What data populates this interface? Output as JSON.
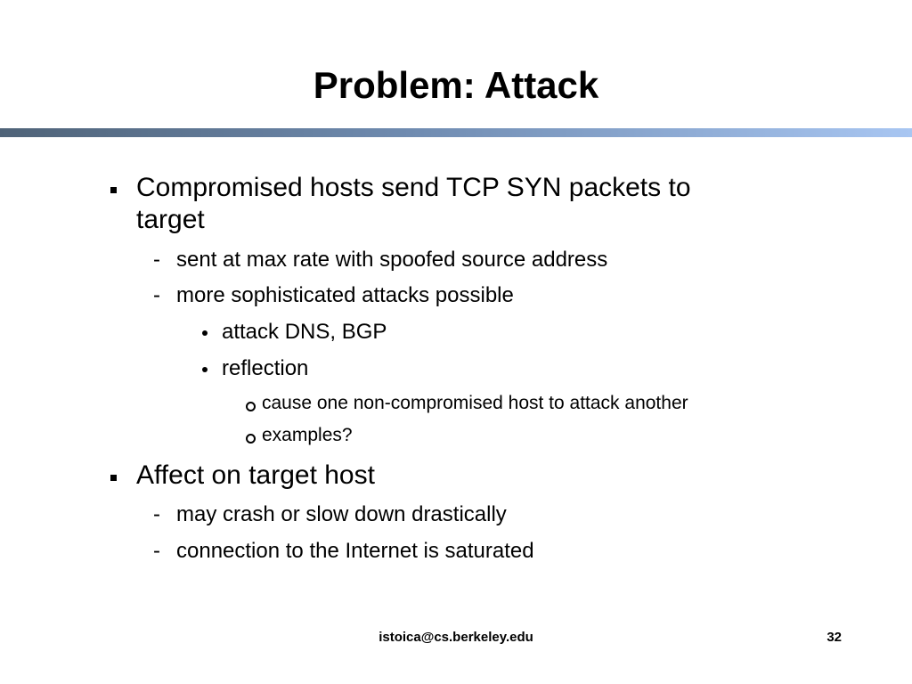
{
  "slide": {
    "title": "Problem: Attack",
    "bullets": [
      {
        "text": "Compromised hosts send TCP SYN packets to"
      },
      {
        "text": "target"
      },
      {
        "text": "sent at max rate with spoofed source address"
      },
      {
        "text": "more sophisticated attacks possible"
      },
      {
        "text": "attack DNS, BGP"
      },
      {
        "text": "reflection"
      },
      {
        "text": "cause one non-compromised host to attack another"
      },
      {
        "text": "examples?"
      },
      {
        "text": "Affect on target host"
      },
      {
        "text": "may crash or slow down drastically"
      },
      {
        "text": "connection to the Internet is saturated"
      }
    ],
    "dash": "-"
  },
  "footer": {
    "email": "istoica@cs.berkeley.edu",
    "page": "32"
  },
  "colors": {
    "rule_start": "#4f6378",
    "rule_end": "#a8c6f2"
  }
}
